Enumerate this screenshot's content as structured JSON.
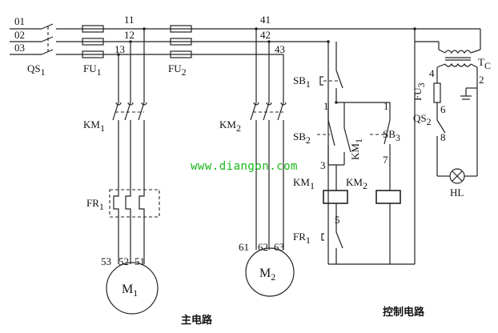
{
  "labels": {
    "line_01": "01",
    "line_02": "02",
    "line_03": "03",
    "qs1": "QS",
    "qs1_sub": "1",
    "fu1": "FU",
    "fu1_sub": "1",
    "fu2": "FU",
    "fu2_sub": "2",
    "n11": "11",
    "n12": "12",
    "n13": "13",
    "n41": "41",
    "n42": "42",
    "n43": "43",
    "km1": "KM",
    "km1_sub": "1",
    "km2": "KM",
    "km2_sub": "2",
    "fr1": "FR",
    "fr1_sub": "1",
    "m1": "M",
    "m1_sub": "1",
    "m2": "M",
    "m2_sub": "2",
    "n53": "53",
    "n52": "52",
    "n51": "51",
    "n61": "61",
    "n62": "62",
    "n63": "63",
    "sb1": "SB",
    "sb1_sub": "1",
    "sb2": "SB",
    "sb2_sub": "2",
    "sb3": "SB",
    "sb3_sub": "3",
    "km1_contact": "KM",
    "km1_contact_sub": "1",
    "km1_coil": "KM",
    "km1_coil_sub": "1",
    "km2_coil": "KM",
    "km2_coil_sub": "2",
    "fr1_ctrl": "FR",
    "fr1_ctrl_sub": "1",
    "c1a": "1",
    "c1b": "1",
    "c3": "3",
    "c5": "5",
    "c7": "7",
    "tc": "T",
    "tc_sub": "C",
    "fu3": "FU",
    "fu3_sub": "3",
    "qs2": "QS",
    "qs2_sub": "2",
    "t4": "4",
    "t2": "2",
    "t6": "6",
    "t8": "8",
    "hl": "HL",
    "watermark": "www.diangon.com",
    "caption_main": "主电路",
    "caption_ctrl": "控制电路"
  }
}
